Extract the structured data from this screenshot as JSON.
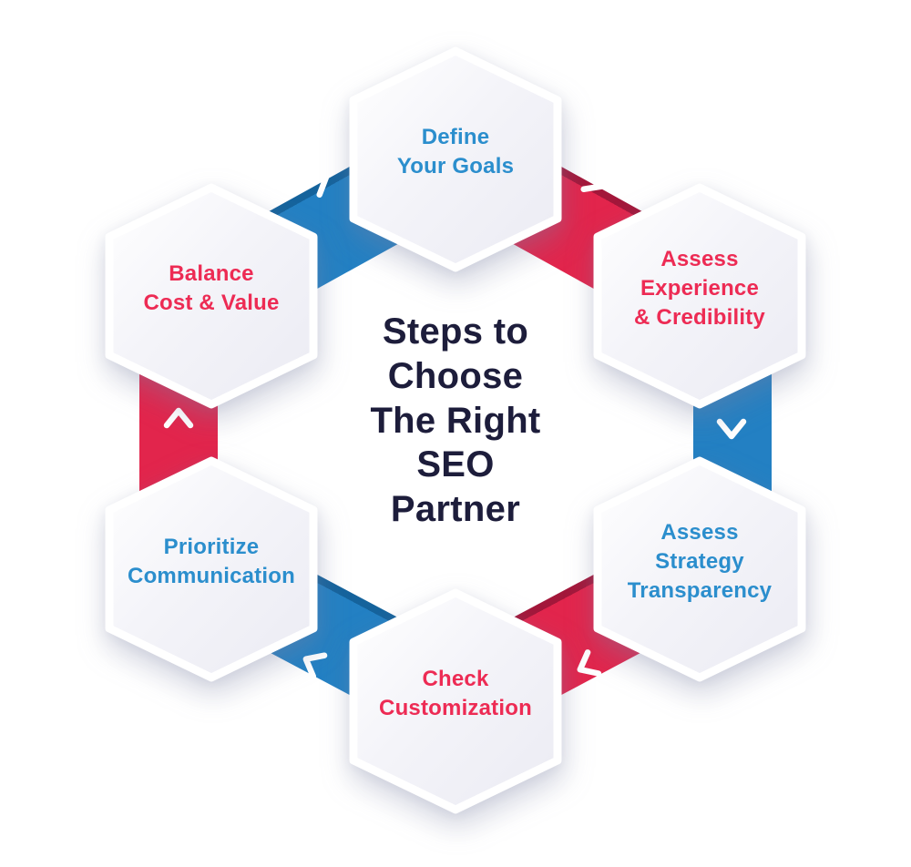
{
  "diagram": {
    "title": "Steps to Choose The Right SEO Partner",
    "center_title": {
      "text": "Steps to\nChoose\nThe Right\nSEO\nPartner"
    }
  },
  "steps": [
    {
      "id": 1,
      "label": "Define\nYour Goals",
      "text_color": "blue",
      "position": "top"
    },
    {
      "id": 2,
      "label": "Assess\nExperience\n& Credibility",
      "text_color": "red",
      "position": "top-right"
    },
    {
      "id": 3,
      "label": "Assess\nStrategy\nTransparency",
      "text_color": "blue",
      "position": "bottom-right"
    },
    {
      "id": 4,
      "label": "Check\nCustomization",
      "text_color": "red",
      "position": "bottom"
    },
    {
      "id": 5,
      "label": "Prioritize\nCommunication",
      "text_color": "blue",
      "position": "bottom-left"
    },
    {
      "id": 6,
      "label": "Balance\nCost & Value",
      "text_color": "red",
      "position": "top-left"
    }
  ],
  "connectors": [
    {
      "from": "Balance Cost & Value",
      "to": "Define Your Goals",
      "color": "blue",
      "direction": "up-right"
    },
    {
      "from": "Define Your Goals",
      "to": "Assess Experience & Credibility",
      "color": "red",
      "direction": "down-right"
    },
    {
      "from": "Assess Experience & Credibility",
      "to": "Assess Strategy Transparency",
      "color": "blue",
      "direction": "down"
    },
    {
      "from": "Assess Strategy Transparency",
      "to": "Check Customization",
      "color": "red",
      "direction": "down-left"
    },
    {
      "from": "Check Customization",
      "to": "Prioritize Communication",
      "color": "blue",
      "direction": "up-left"
    },
    {
      "from": "Prioritize Communication",
      "to": "Balance Cost & Value",
      "color": "red",
      "direction": "up"
    }
  ],
  "colors": {
    "ribbon_blue": "#2380c3",
    "ribbon_blue_fold": "#15639c",
    "ribbon_red": "#e2254c",
    "ribbon_red_fold": "#a3173a",
    "label_blue": "#2b8ecd",
    "label_red": "#ed2b54",
    "title_navy": "#1d1d3b",
    "hexagon_fill_top": "#ffffff",
    "hexagon_fill_bottom": "#ebebf3",
    "background": "#ffffff"
  }
}
